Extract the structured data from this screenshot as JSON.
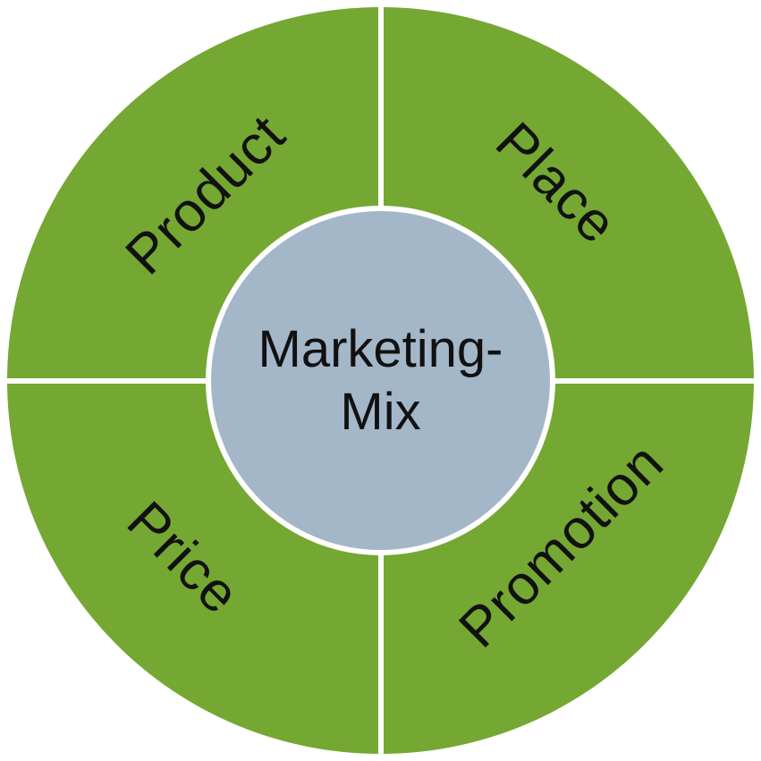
{
  "diagram": {
    "title": "Marketing-Mix",
    "center": {
      "line1": "Marketing-",
      "line2": "Mix"
    },
    "segments": [
      {
        "label": "Product",
        "position": "top-left"
      },
      {
        "label": "Place",
        "position": "top-right"
      },
      {
        "label": "Price",
        "position": "bottom-left"
      },
      {
        "label": "Promotion",
        "position": "bottom-right"
      }
    ]
  },
  "colors": {
    "segment-green": "#74A832",
    "center-blue": "#A3B7C9",
    "divider-white": "#FFFFFF",
    "text-black": "#111111"
  }
}
